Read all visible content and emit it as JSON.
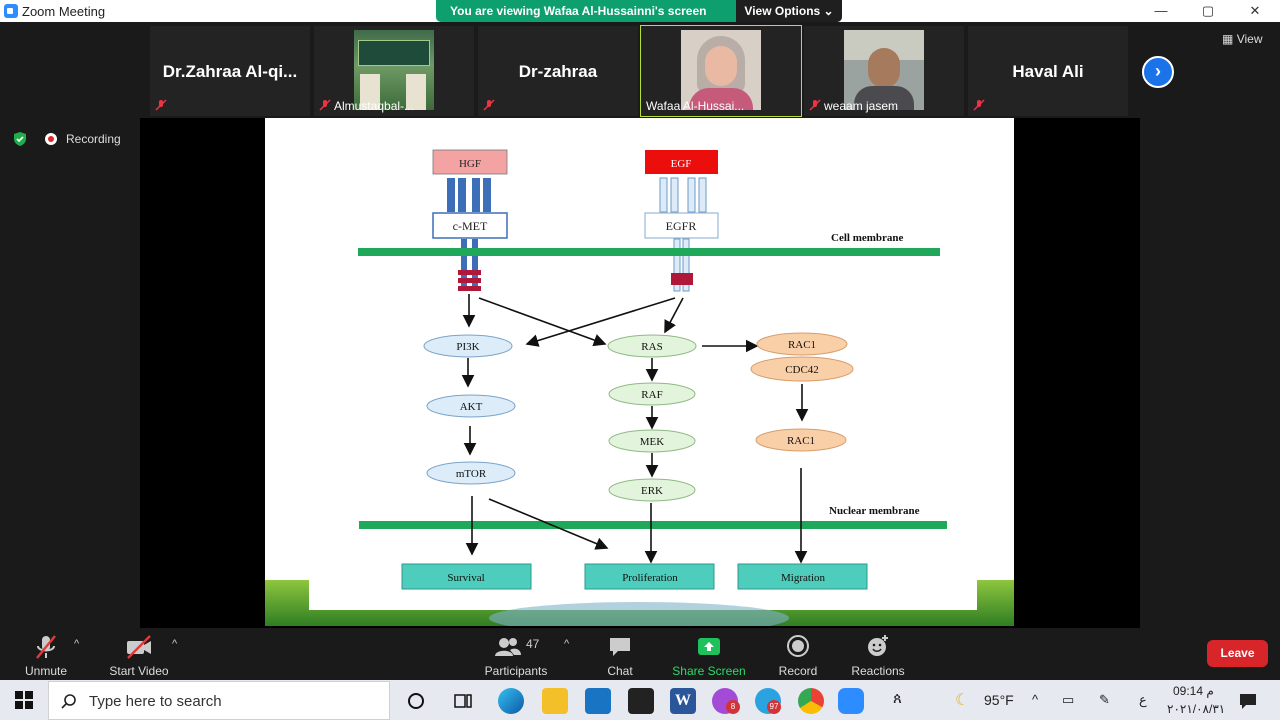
{
  "window": {
    "title": "Zoom Meeting",
    "minimize": "—",
    "restore": "▢",
    "close": "✕"
  },
  "banner": {
    "text": "You are viewing Wafaa Al-Hussainni's screen",
    "view_options": "View Options ⌄"
  },
  "view_button": "View",
  "participants_strip": [
    {
      "name": "Dr.Zahraa  Al-qi...",
      "type": "name"
    },
    {
      "name": "Almustaqbal-...",
      "type": "photo"
    },
    {
      "name": "Dr-zahraa",
      "type": "name"
    },
    {
      "name": "Wafaa Al-Hussai...",
      "type": "photo",
      "active": true
    },
    {
      "name": "weaam jasem",
      "type": "photo"
    },
    {
      "name": "Haval Ali",
      "type": "name"
    }
  ],
  "recording": {
    "label": "Recording"
  },
  "slide": {
    "hgf": "HGF",
    "egf": "EGF",
    "cmet": "c-MET",
    "egfr": "EGFR",
    "cell_membrane": "Cell membrane",
    "nuclear_membrane": "Nuclear membrane",
    "pi3k": "PI3K",
    "akt": "AKT",
    "mtor": "mTOR",
    "ras": "RAS",
    "raf": "RAF",
    "mek": "MEK",
    "erk": "ERK",
    "rac1_top": "RAC1",
    "cdc42": "CDC42",
    "rac1_bottom": "RAC1",
    "survival": "Survival",
    "proliferation": "Proliferation",
    "migration": "Migration"
  },
  "toolbar": {
    "unmute": "Unmute",
    "start_video": "Start Video",
    "participants": "Participants",
    "participants_count": "47",
    "chat": "Chat",
    "share_screen": "Share Screen",
    "record": "Record",
    "reactions": "Reactions",
    "leave": "Leave"
  },
  "taskbar": {
    "search_placeholder": "Type here to search",
    "badge_1": "8",
    "badge_2": "97",
    "weather": "95°F",
    "lang": "ع",
    "time": "09:14 م",
    "date": "٢٠٢١/٠٨/٣١"
  },
  "colors": {
    "accent_green": "#0e9f6e",
    "leave_red": "#d7252a",
    "membrane": "#1fa85a",
    "output_box": "#4ecdbd"
  }
}
